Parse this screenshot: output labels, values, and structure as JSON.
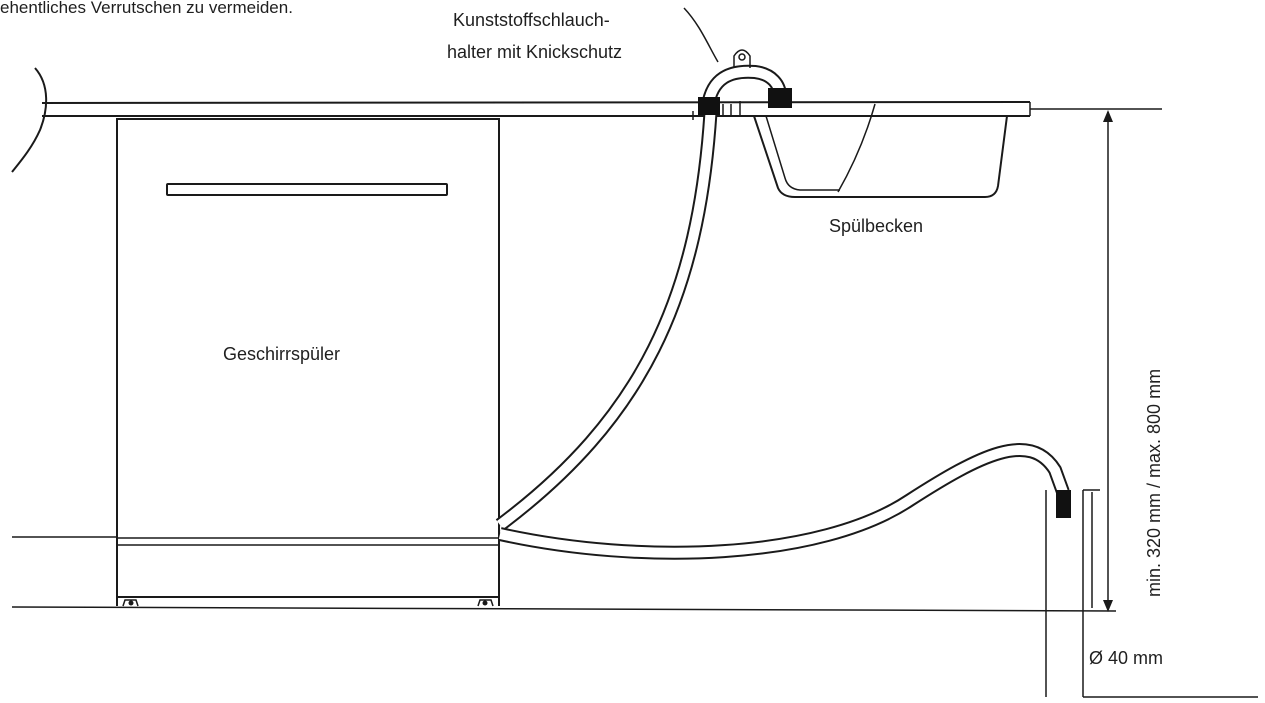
{
  "labels": {
    "top_text_fragment": "ehentliches Verrutschen zu vermeiden.",
    "hose_holder_line1": "Kunststoffschlauch-",
    "hose_holder_line2": "halter mit Knickschutz",
    "sink": "Spülbecken",
    "dishwasher": "Geschirrspüler",
    "height_dimension": "min. 320 mm / max. 800 mm",
    "diameter": "Ø 40 mm"
  }
}
